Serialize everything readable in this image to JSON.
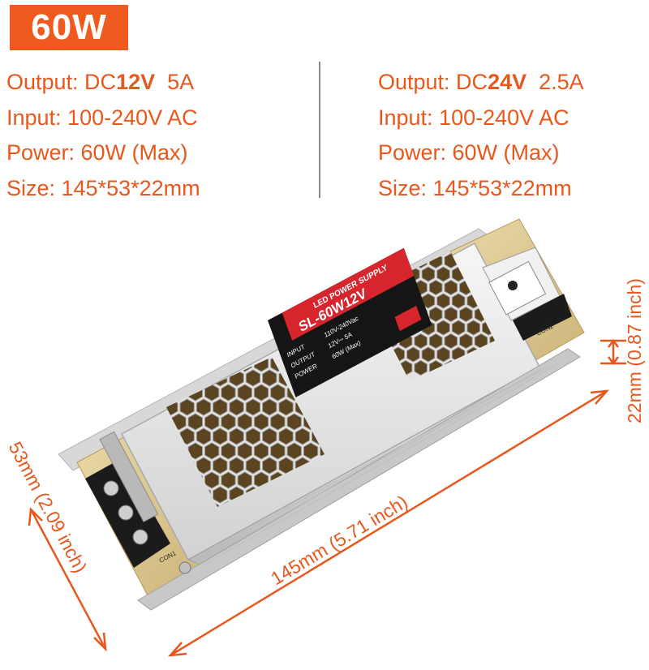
{
  "badge": "60W",
  "specs_left": {
    "output_prefix": "Output: DC",
    "output_voltage": "12V",
    "output_current": "5A",
    "input": "Input: 100-240V AC",
    "power": "Power:  60W (Max)",
    "size": "Size:  145*53*22mm"
  },
  "specs_right": {
    "output_prefix": "Output: DC",
    "output_voltage": "24V",
    "output_current": "2.5A",
    "input": "Input: 100-240V AC",
    "power": "Power:  60W (Max)",
    "size": "Size:  145*53*22mm"
  },
  "dimensions": {
    "length": "145mm  (5.71 inch)",
    "width": "53mm  (2.09 inch)",
    "height": "22mm  (0.87 inch)"
  },
  "product_label": {
    "brand": "LED POWER SUPPLY",
    "model": "SL-60W12V",
    "input_key": "INPUT",
    "input_val": "110V-240Vac",
    "output_key": "OUTPUT",
    "output_val": "12V⎓ 5A",
    "power_key": "POWER",
    "power_val": "60W (Max)"
  },
  "connectors": {
    "con1": "CON1",
    "con2": "CON2"
  },
  "colors": {
    "accent": "#e8581c",
    "badge_bg": "#ef5a1e",
    "label_red": "#d6252d",
    "label_black": "#151515"
  }
}
